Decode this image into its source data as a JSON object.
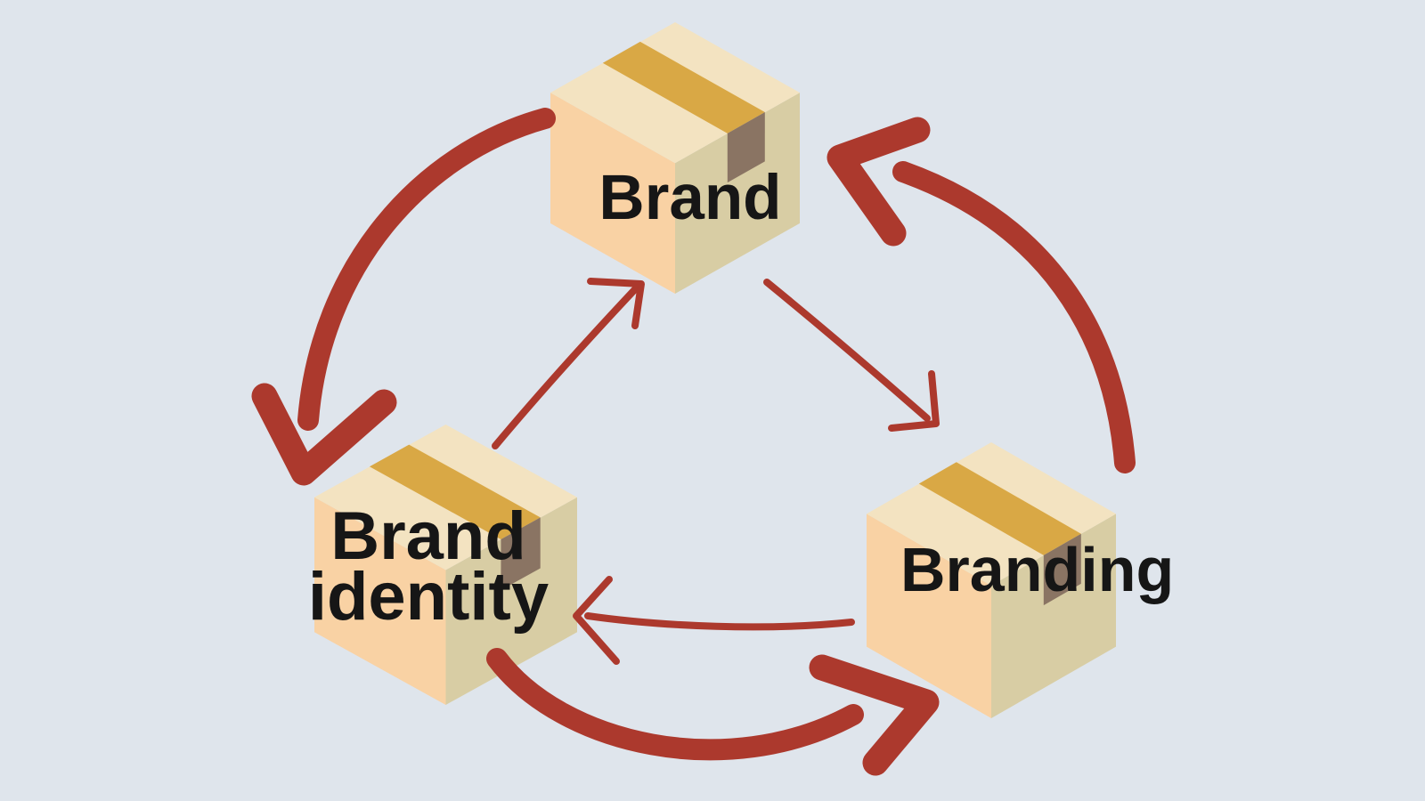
{
  "diagram": {
    "title": "Brand / Branding / Brand identity cycle",
    "type": "cycle-diagram",
    "nodes": {
      "brand": {
        "label": "Brand"
      },
      "brand_identity": {
        "label": "Brand identity",
        "line1": "Brand",
        "line2": "identity"
      },
      "branding": {
        "label": "Branding"
      }
    },
    "edges": [
      {
        "from": "Brand",
        "to": "Brand identity",
        "style": "thick-brush-curve",
        "position": "outer-left"
      },
      {
        "from": "Brand identity",
        "to": "Branding",
        "style": "thick-brush-curve",
        "position": "outer-bottom"
      },
      {
        "from": "Branding",
        "to": "Brand",
        "style": "thick-brush-curve",
        "position": "outer-right"
      },
      {
        "from": "Brand identity",
        "to": "Brand",
        "style": "thin-line",
        "position": "inner-left"
      },
      {
        "from": "Brand",
        "to": "Branding",
        "style": "thin-line",
        "position": "inner-right"
      },
      {
        "from": "Branding",
        "to": "Brand identity",
        "style": "thin-line",
        "position": "inner-bottom"
      }
    ]
  },
  "palette": {
    "background": "#dfe5ec",
    "arrow": "#ac392d",
    "box_top": "#f3e3c1",
    "box_left": "#f9d2a4",
    "box_right": "#d8cda4",
    "box_tape": "#d9a845",
    "box_flap": "#8a7463",
    "label_text": "#161616"
  }
}
